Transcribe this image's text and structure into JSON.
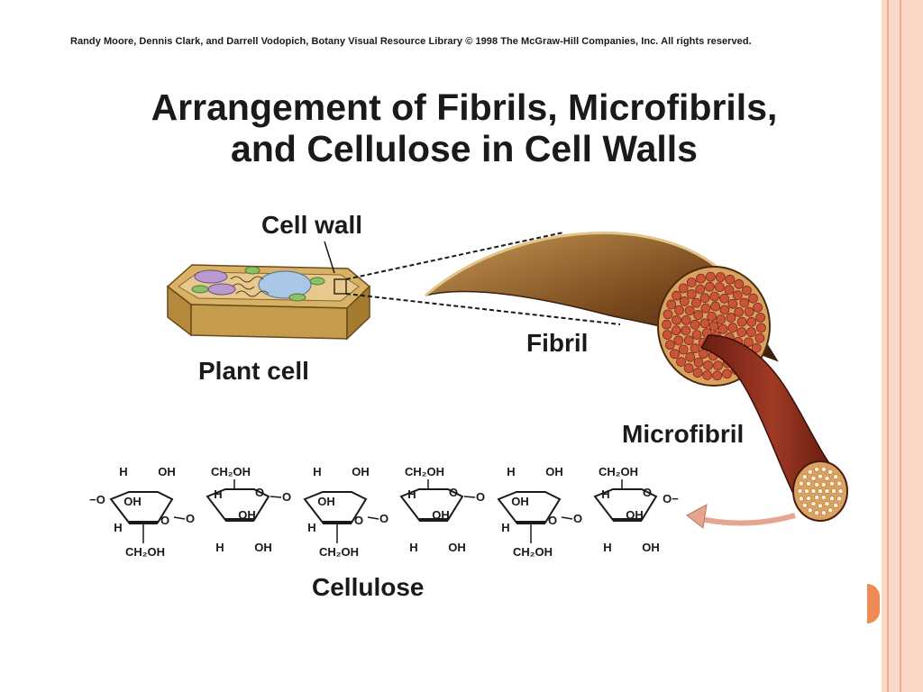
{
  "slide": {
    "border_colors": [
      "#fbd7c8",
      "#f4a98c",
      "#fbd7c8",
      "#f4a98c",
      "#fbd7c8"
    ],
    "accent": "#ef8a57"
  },
  "figure": {
    "credit": "Randy Moore, Dennis Clark, and Darrell Vodopich, Botany Visual Resource Library © 1998 The McGraw-Hill Companies, Inc. All rights reserved.",
    "title_line1": "Arrangement of Fibrils, Microfibrils,",
    "title_line2": "and Cellulose in Cell Walls",
    "labels": {
      "cell_wall": "Cell wall",
      "plant_cell": "Plant cell",
      "fibril": "Fibril",
      "microfibril": "Microfibril",
      "cellulose": "Cellulose"
    },
    "chem": {
      "h": "H",
      "oh": "OH",
      "ch2oh": "CH₂OH",
      "o": "O",
      "end_left": "−O",
      "end_right": "O−"
    }
  }
}
